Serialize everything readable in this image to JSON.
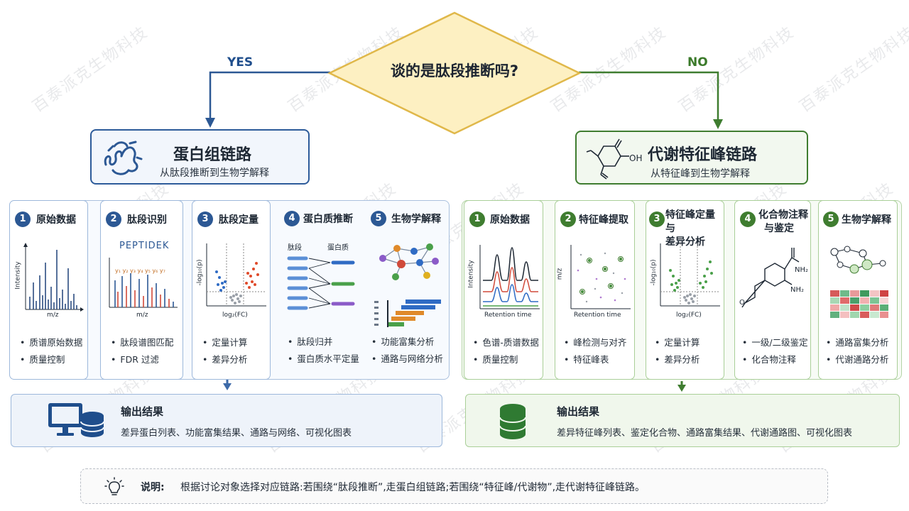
{
  "decision": {
    "question": "谈的是肽段推断吗?",
    "yes": "YES",
    "no": "NO"
  },
  "proteomics": {
    "title": "蛋白组链路",
    "subtitle": "从肽段推断到生物学解释",
    "steps": [
      {
        "num": "1",
        "title": "原始数据",
        "bullets": [
          "质谱原始数据",
          "质量控制"
        ],
        "y_axis": "Intensity",
        "x_axis": "m/z"
      },
      {
        "num": "2",
        "title": "肽段识别",
        "bullets": [
          "肽段谱图匹配",
          "FDR 过滤"
        ],
        "peptide": "PEPTIDEK",
        "ions": "y₁ y₂ y₃ y₄ y₅ y₆ y₇",
        "x_axis": "m/z"
      },
      {
        "num": "3",
        "title": "肽段定量",
        "bullets": [
          "定量计算",
          "差异分析"
        ],
        "y_axis": "-log₁₀(p)",
        "x_axis": "log₂(FC)"
      },
      {
        "num": "4",
        "title": "蛋白质推断",
        "bullets": [
          "肽段归并",
          "蛋白质水平定量"
        ],
        "left_label": "肽段",
        "right_label": "蛋白质"
      },
      {
        "num": "5",
        "title": "生物学解释",
        "bullets": [
          "功能富集分析",
          "通路与网络分析"
        ]
      }
    ],
    "output": {
      "title": "输出结果",
      "desc": "差异蛋白列表、功能富集结果、通路与网络、可视化图表"
    }
  },
  "metabolomics": {
    "title": "代谢特征峰链路",
    "subtitle": "从特征峰到生物学解释",
    "molecule_label": "OH",
    "steps": [
      {
        "num": "1",
        "title": "原始数据",
        "bullets": [
          "色谱-质谱数据",
          "质量控制"
        ],
        "y_axis": "Intensity",
        "x_axis": "Retention time"
      },
      {
        "num": "2",
        "title": "特征峰提取",
        "bullets": [
          "峰检测与对齐",
          "特征峰表"
        ],
        "y_axis": "m/z",
        "x_axis": "Retention time"
      },
      {
        "num": "3",
        "title_lines": [
          "特征峰定量与",
          "差异分析"
        ],
        "bullets": [
          "定量计算",
          "差异分析"
        ],
        "y_axis": "-log₁₀(p)",
        "x_axis": "log₂(FC)"
      },
      {
        "num": "4",
        "title_lines": [
          "化合物注释",
          "与鉴定"
        ],
        "bullets": [
          "一级/二级鉴定",
          "化合物注释"
        ],
        "labels": [
          "NH₂",
          "NH₂",
          "O"
        ]
      },
      {
        "num": "5",
        "title": "生物学解释",
        "bullets": [
          "通路富集分析",
          "代谢通路分析"
        ]
      }
    ],
    "output": {
      "title": "输出结果",
      "desc": "差异特征峰列表、鉴定化合物、通路富集结果、代谢通路图、可视化图表"
    }
  },
  "note": {
    "label": "说明:",
    "text": "根据讨论对象选择对应链路:若围绕“肽段推断”,走蛋白组链路;若围绕“特征峰/代谢物”,走代谢特征峰链路。"
  },
  "watermark": "百泰派克生物科技",
  "colors": {
    "blue": "#2c5894",
    "green": "#3f7d30",
    "diamond_fill": "#fdf0c2",
    "diamond_stroke": "#e0b84a"
  }
}
